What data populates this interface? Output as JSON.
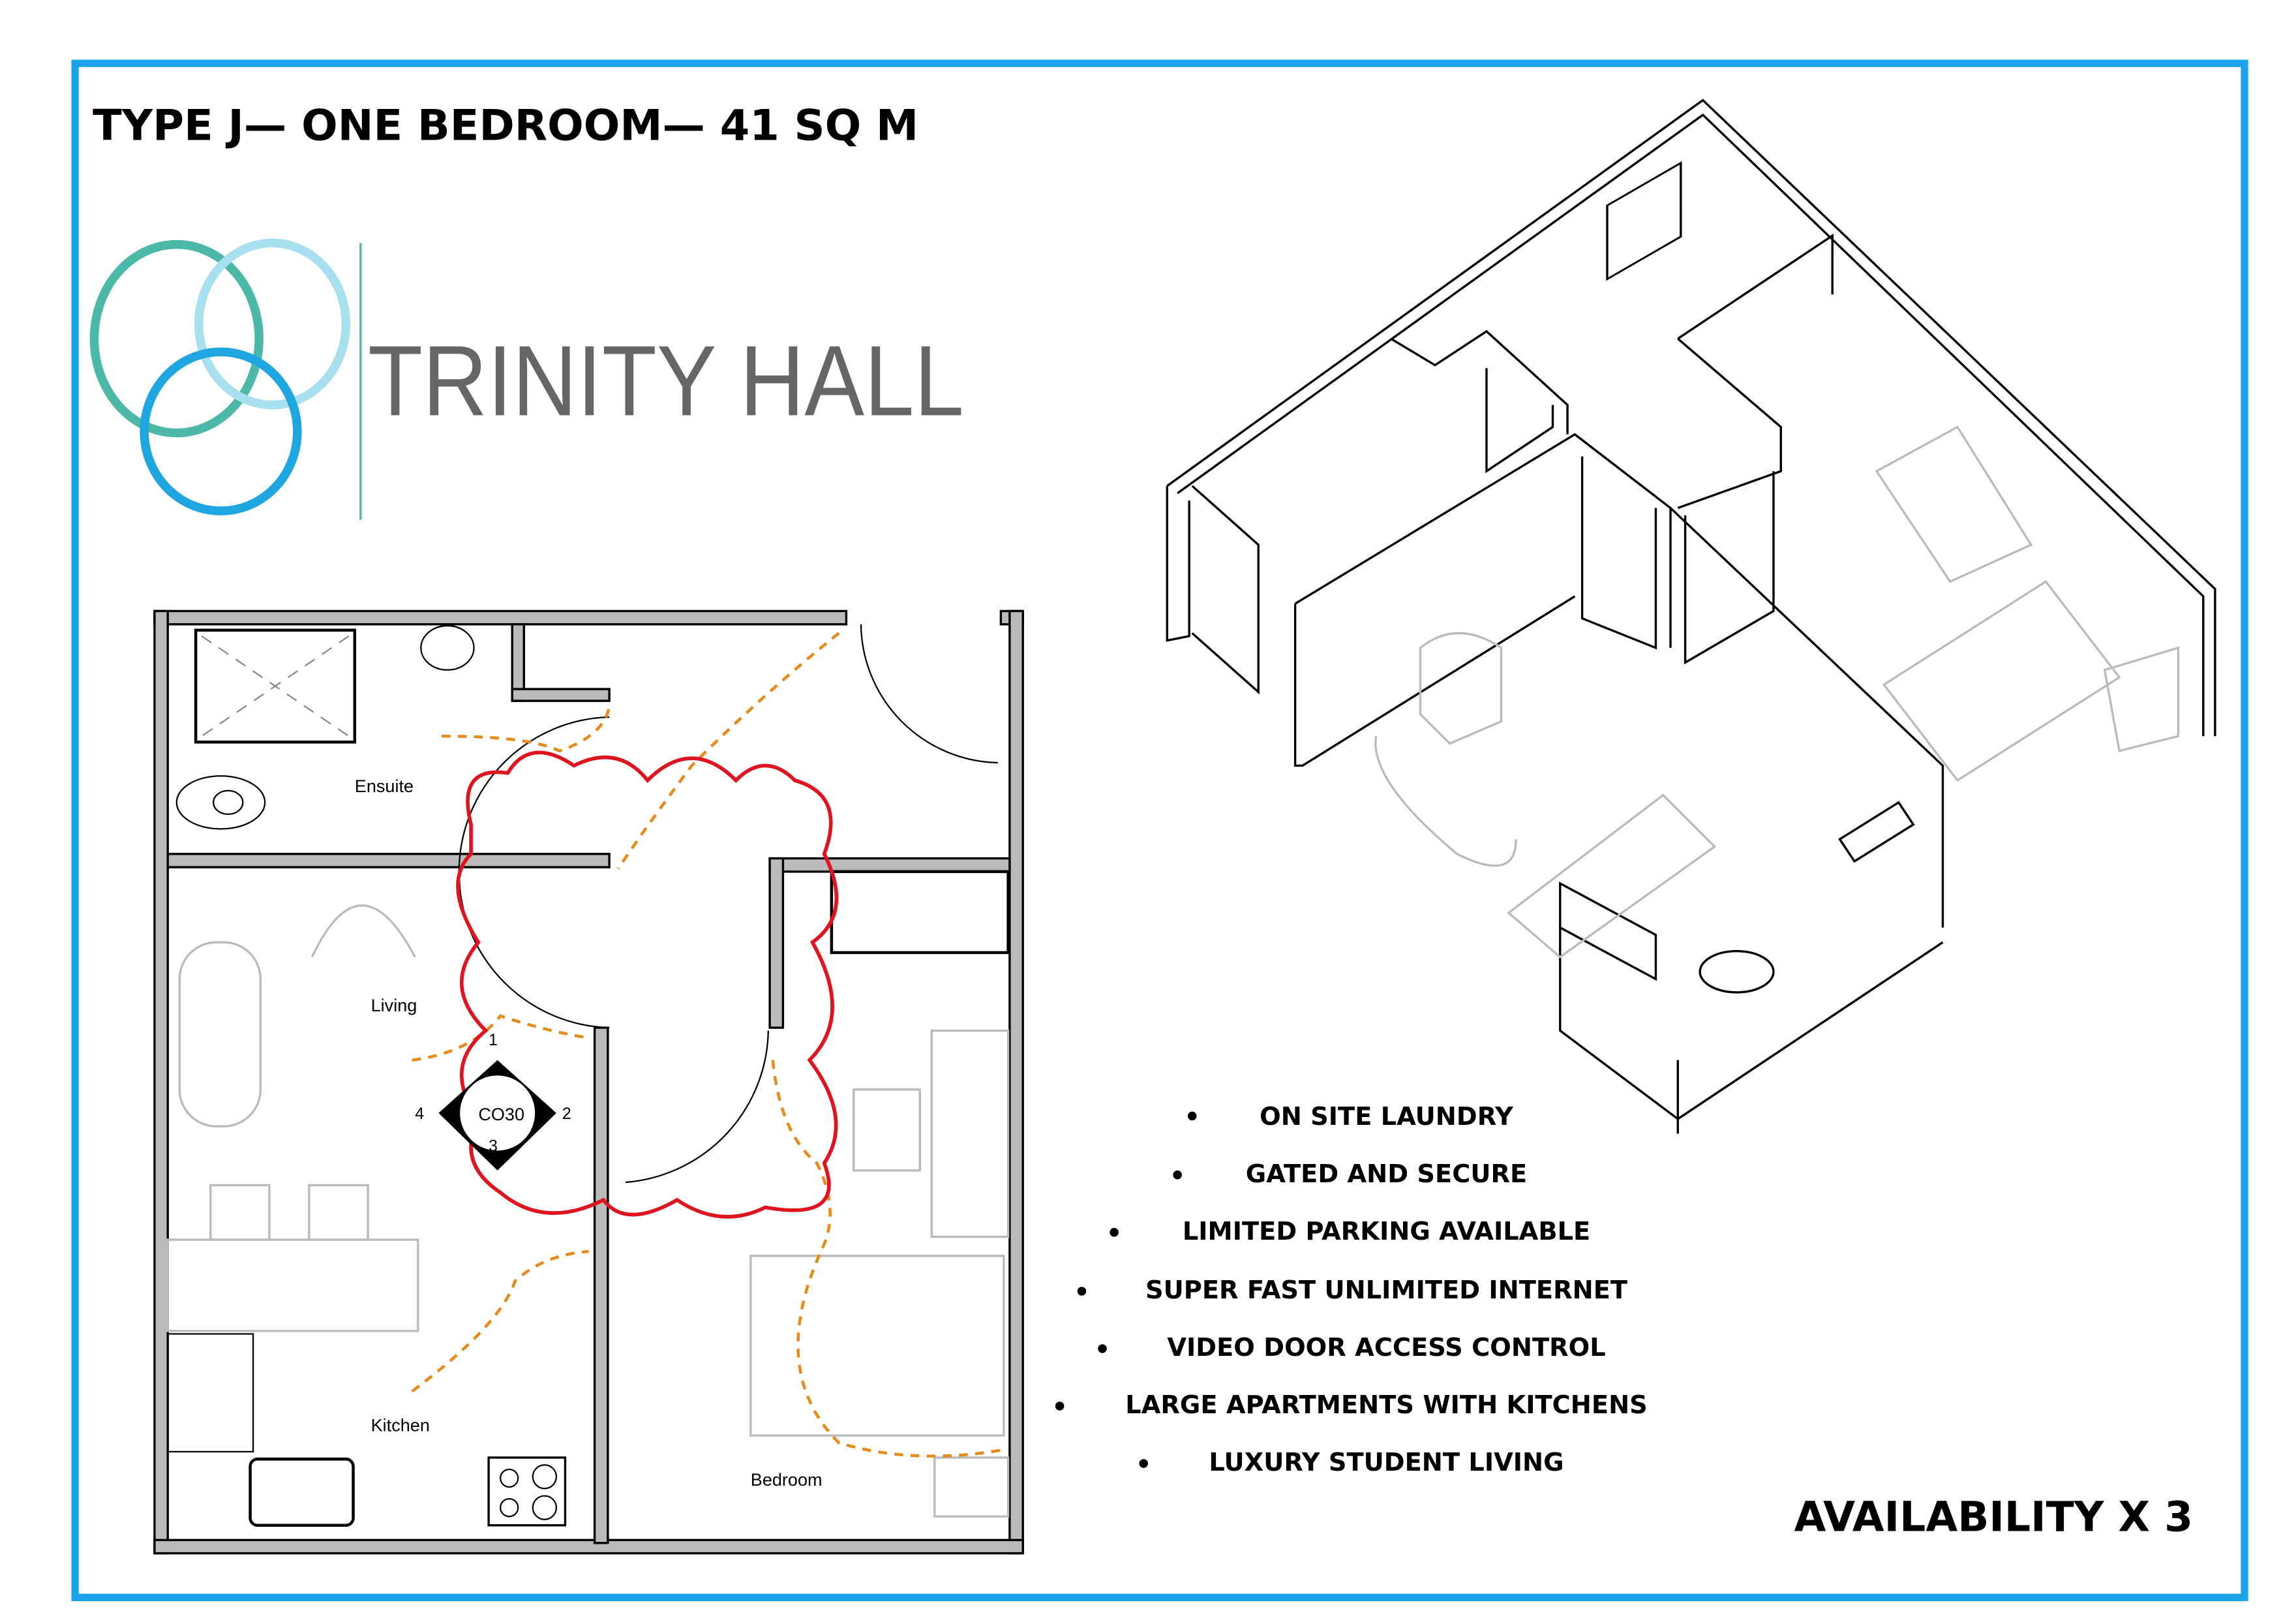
{
  "title": "TYPE J— ONE BEDROOM— 41 SQ M",
  "logo": {
    "name": "TRINITY HALL",
    "colors": [
      "#4bb8a8",
      "#a9e0ef",
      "#1ea6e0"
    ]
  },
  "border_color": "#1aa3e8",
  "floor_plan": {
    "rooms": [
      "Ensuite",
      "Living",
      "Kitchen",
      "Bedroom"
    ],
    "symbol_label": "CO30",
    "symbol_numbers": [
      "1",
      "2",
      "3",
      "4"
    ]
  },
  "features": [
    "ON SITE LAUNDRY",
    "GATED AND SECURE",
    "LIMITED PARKING AVAILABLE",
    "SUPER FAST UNLIMITED INTERNET",
    "VIDEO DOOR ACCESS CONTROL",
    "LARGE APARTMENTS WITH KITCHENS",
    "LUXURY STUDENT LIVING"
  ],
  "availability": "AVAILABILITY X 3"
}
